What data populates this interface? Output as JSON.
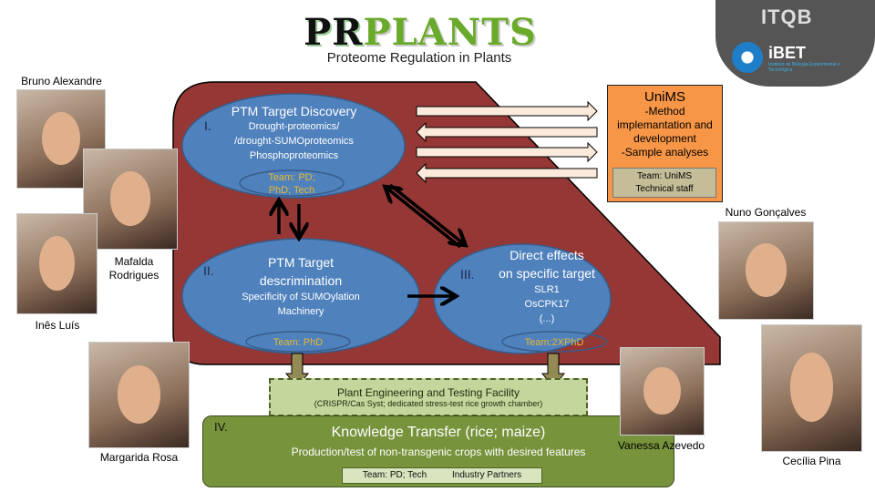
{
  "header": {
    "logo_title_1": "PR",
    "logo_title_2": "PLANTS",
    "subtitle": "Proteome Regulation in Plants"
  },
  "logos": {
    "itqb": "ITQB",
    "ibet": "iBET",
    "ibet_sub": "Instituto de Biologia Experimental e Tecnológica"
  },
  "people": [
    {
      "name": "Bruno Alexandre"
    },
    {
      "name": "Mafalda Rodrigues"
    },
    {
      "name": "Inês Luís"
    },
    {
      "name": "Margarida Rosa"
    },
    {
      "name": "Nuno Gonçalves"
    },
    {
      "name": "Vanessa Azevedo"
    },
    {
      "name": "Cecília Pina"
    }
  ],
  "nodes": {
    "discovery": {
      "num": "I.",
      "title": "PTM Target Discovery",
      "lines": [
        "Drought-proteomics/",
        "/drought-SUMOproteomics",
        "Phosphoproteomics"
      ],
      "team": [
        "Team: PD;",
        "PhD; Tech"
      ]
    },
    "discrimination": {
      "num": "II.",
      "title": [
        "PTM Target",
        "descrimination"
      ],
      "lines": [
        "Specificity of SUMOylation",
        "Machinery"
      ],
      "team": "Team: PhD"
    },
    "direct": {
      "num": "III.",
      "title": [
        "Direct effects",
        "on specific target"
      ],
      "lines": [
        "SLR1",
        "OsCPK17",
        "(...)"
      ],
      "team": "Team:2XPhD"
    },
    "unims": {
      "title": "UniMS",
      "lines": [
        "-Method",
        "implemantation and",
        "development",
        "-Sample analyses"
      ],
      "team": [
        "Team: UniMS",
        "Technical staff"
      ]
    },
    "facility": {
      "title": "Plant Engineering and Testing Facility",
      "sub": "(CRISPR/Cas Syst; dedicated stress-test rice growth chamber)"
    },
    "transfer": {
      "num": "IV.",
      "title": "Knowledge Transfer (rice; maize)",
      "sub": "Production/test of non-transgenic crops with desired features",
      "team": "Team: PD; Tech",
      "partners": "Industry Partners"
    }
  },
  "colors": {
    "red_panel": "#953735",
    "ellipse": "#4f81bd",
    "orange": "#f79646",
    "green": "#77933c",
    "light_green": "#c3d69b"
  }
}
